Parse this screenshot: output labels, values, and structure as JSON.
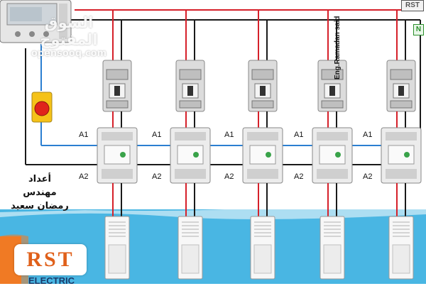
{
  "watermark": {
    "arabic": "السوق المفتوح",
    "latin": "opensooq.com"
  },
  "author": {
    "line1": "أعداد",
    "line2": "مهندس",
    "line3": "رمضان سعيد"
  },
  "signature": "Eng.Ramadan said",
  "labels": {
    "coil_a1": "A1",
    "coil_a2": "A2",
    "neutral": "N",
    "top_badge": "RST"
  },
  "brand": {
    "text": "RST",
    "cut_text": "ELECTRIC"
  },
  "branch_count": 5,
  "colors": {
    "phase_wire": "#d6202a",
    "neutral_wire": "#1a1a1a",
    "control_wire": "#2b7fd1",
    "band": "#49b6e3",
    "accent_orange": "#f07a24",
    "emergency_stop": "#e0241b",
    "stop_base": "#f5c218"
  },
  "icons": [
    "timer-switch-icon",
    "emergency-stop-icon",
    "circuit-breaker-icon",
    "contactor-icon",
    "ac-unit-icon"
  ]
}
